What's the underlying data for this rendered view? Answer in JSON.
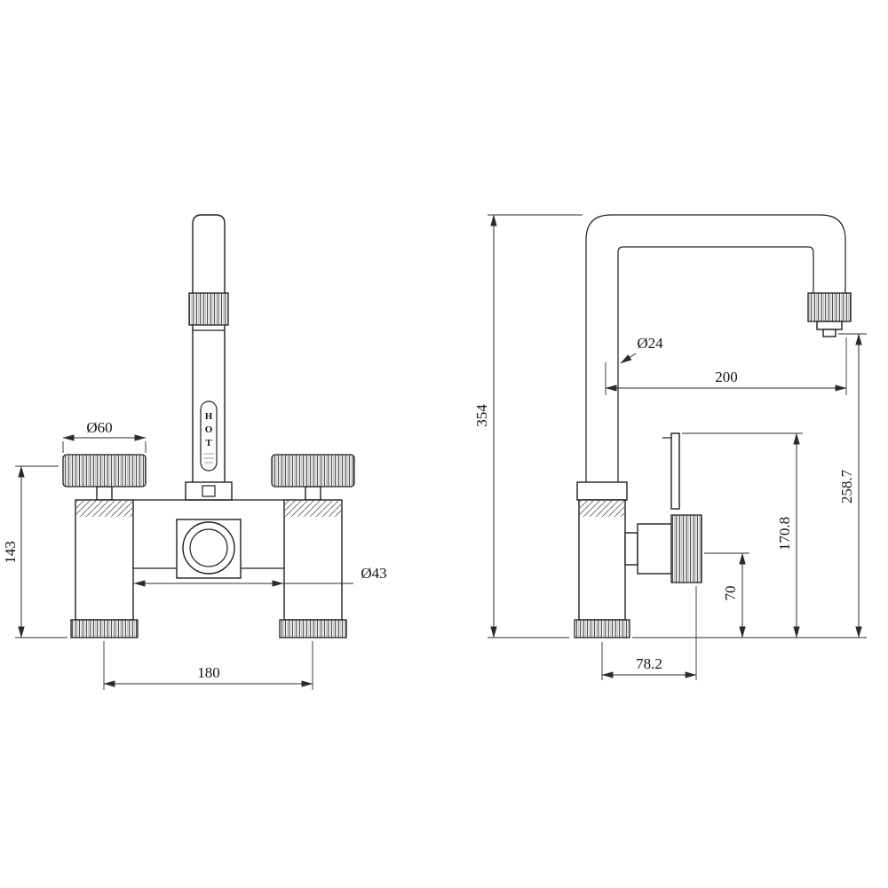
{
  "front_view": {
    "hot_letters": [
      "H",
      "O",
      "T"
    ],
    "dims": {
      "handle_diameter": "Ø60",
      "height": "143",
      "width": "180",
      "body_diameter": "Ø43"
    }
  },
  "side_view": {
    "dims": {
      "spout_diameter": "Ø24",
      "spout_reach": "200",
      "total_height": "354",
      "spout_height": "258.7",
      "lever_height": "170.8",
      "handle_center_height": "70",
      "depth": "78.2"
    }
  }
}
